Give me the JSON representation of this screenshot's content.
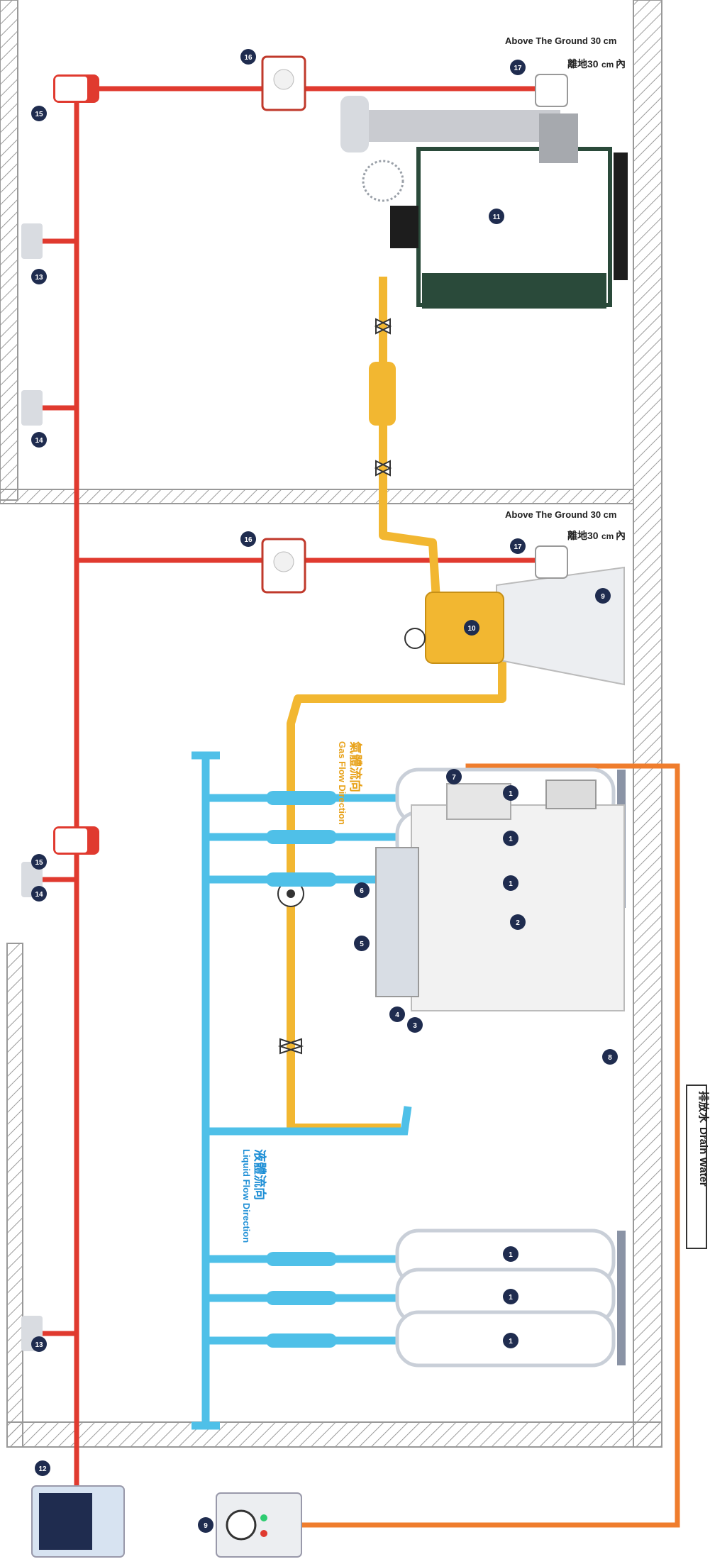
{
  "colors": {
    "gas_pipe": "#f2b731",
    "liquid_pipe": "#4fc0e8",
    "signal_line": "#e03a2f",
    "drain_line": "#ef7d2d",
    "wall_hatch": "#9a9a9a",
    "badge_fill": "#1f2c4f",
    "tank_outline": "#c9cfd8"
  },
  "labels": {
    "above_ground_top": "Above The Ground 30 cm",
    "above_ground_mid": "Above The Ground 30 cm",
    "height_zh": "離地",
    "height_value": "30",
    "height_unit": "cm",
    "height_inner": "內",
    "gas_zh": "氣體流向",
    "gas_en": "Gas Flow Direction",
    "liquid_zh": "液體流向",
    "liquid_en": "Liquid Flow Direction",
    "drain_zh": "排放水",
    "drain_en": "Drain Water"
  },
  "badges": {
    "cylinder": "1",
    "vaporizer": "2",
    "liquid_inlet": "3",
    "gas_outlet": "4",
    "relief_5": "5",
    "relief_6": "6",
    "controller": "7",
    "drain_valve": "8",
    "drain_unit": "9",
    "regulator": "10",
    "boiler": "11",
    "control_panel": "12",
    "detector_13": "13",
    "detector_14": "14",
    "shutoff_15": "15",
    "alarm_16": "16",
    "sensor_17": "17",
    "relief_right": "9"
  }
}
